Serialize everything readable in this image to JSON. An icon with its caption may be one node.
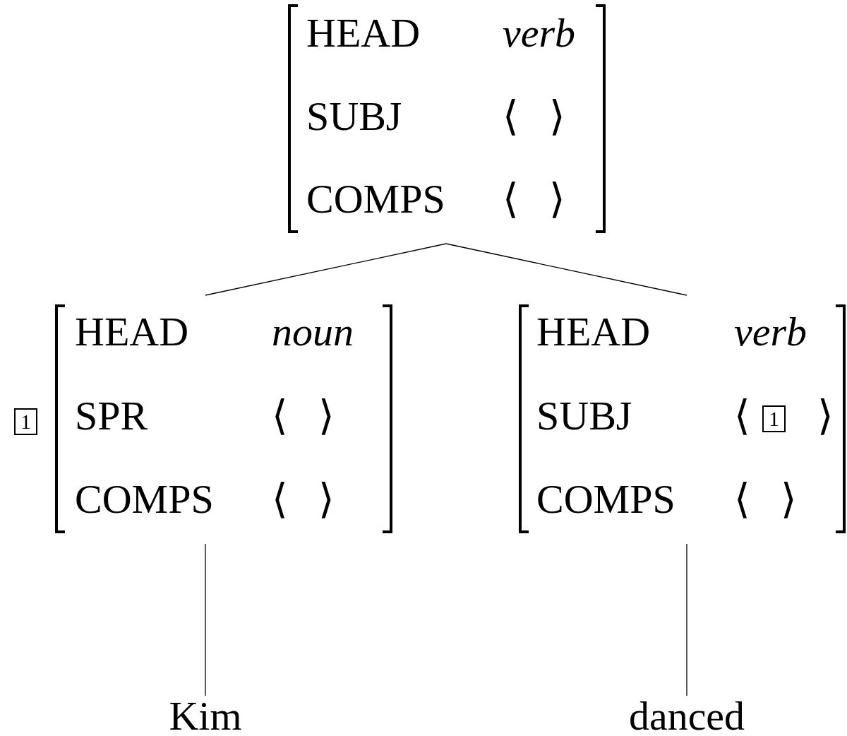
{
  "diagram": {
    "nodes": [
      {
        "text": [
          "HEAD",
          "verb",
          "SUBJ",
          "⟨ ⟩",
          "COMPS",
          "⟨ ⟩"
        ]
      },
      {
        "text": [
          "HEAD",
          "noun",
          "SPR",
          "⟨ ⟩",
          "COMPS",
          "⟨ ⟩"
        ]
      },
      {
        "text": [
          "HEAD",
          "verb",
          "SUBJ",
          "⟨",
          "1",
          "⟩",
          "COMPS",
          "⟨ ⟩"
        ]
      },
      {
        "text": [
          "Kim"
        ]
      },
      {
        "text": [
          "danced"
        ]
      },
      {
        "text": [
          "1"
        ]
      }
    ],
    "edges": [
      {
        "from": 0,
        "to": 1,
        "arrow": "none"
      },
      {
        "from": 0,
        "to": 2,
        "arrow": "none"
      },
      {
        "from": 1,
        "to": 3,
        "arrow": "none"
      },
      {
        "from": 2,
        "to": 4,
        "arrow": "none"
      }
    ]
  }
}
